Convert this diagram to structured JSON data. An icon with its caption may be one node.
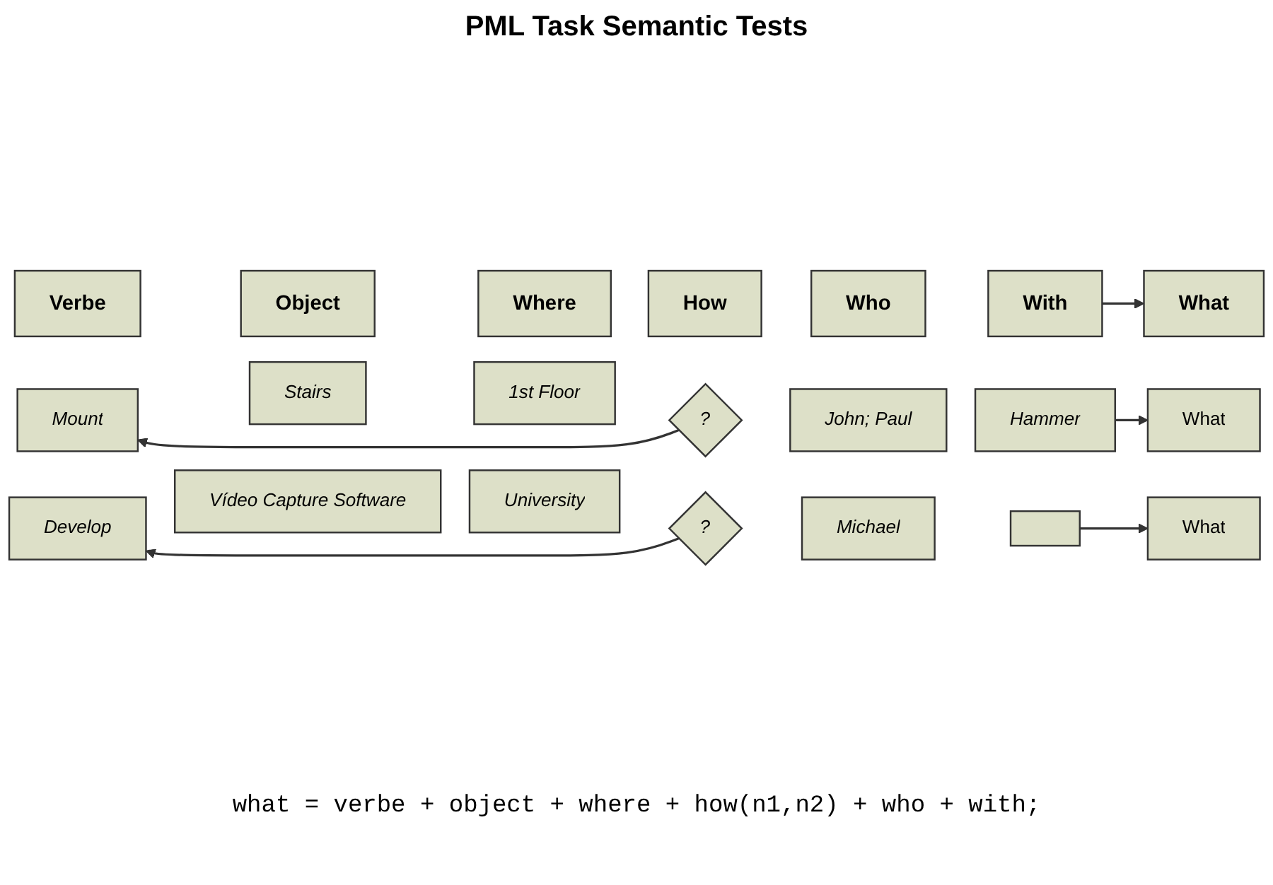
{
  "diagram": {
    "title": "PML Task Semantic Tests",
    "nodes": [
      {
        "text": [
          "Verbe"
        ]
      },
      {
        "text": [
          "Object"
        ]
      },
      {
        "text": [
          "Where"
        ]
      },
      {
        "text": [
          "How"
        ]
      },
      {
        "text": [
          "Who"
        ]
      },
      {
        "text": [
          "With"
        ]
      },
      {
        "text": [
          "What"
        ]
      },
      {
        "text": [
          "Mount"
        ]
      },
      {
        "text": [
          "Stairs"
        ]
      },
      {
        "text": [
          "1st Floor"
        ]
      },
      {
        "text": [
          "?"
        ]
      },
      {
        "text": [
          "John; Paul"
        ]
      },
      {
        "text": [
          "Hammer"
        ]
      },
      {
        "text": [
          "What"
        ]
      },
      {
        "text": [
          "Develop"
        ]
      },
      {
        "text": [
          "Vídeo Capture Software"
        ]
      },
      {
        "text": [
          "University"
        ]
      },
      {
        "text": [
          "?"
        ]
      },
      {
        "text": [
          "Michael"
        ]
      },
      {
        "text": [],
        "shape": "box"
      },
      {
        "text": [
          "What"
        ]
      }
    ],
    "edges": [
      {
        "from": 5,
        "to": 6,
        "arrow": "to"
      },
      {
        "from": 12,
        "to": 13,
        "arrow": "to"
      },
      {
        "from": 10,
        "to": 7,
        "arrow": "to"
      },
      {
        "from": 17,
        "to": 14,
        "arrow": "to"
      },
      {
        "from": 19,
        "to": 20,
        "arrow": "to"
      }
    ],
    "caption": "what = verbe + object + where + how(n1,n2) + who + with;"
  }
}
